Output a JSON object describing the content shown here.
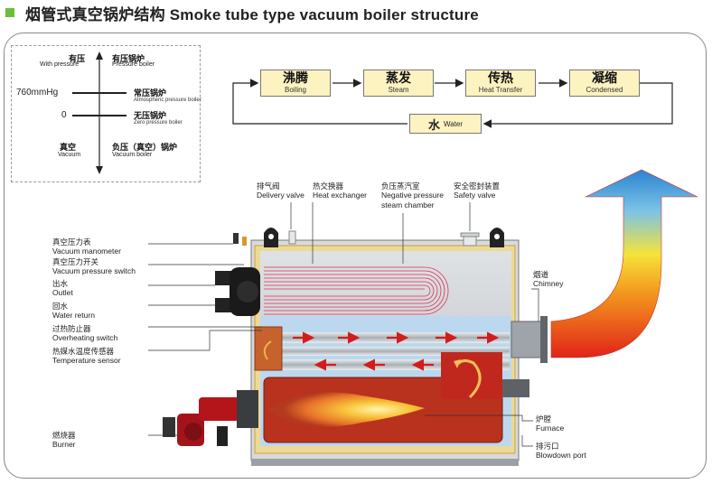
{
  "title": "烟管式真空锅炉结构 Smoke tube type vacuum boiler structure",
  "pressure_box": {
    "with_pressure_zh": "有压",
    "with_pressure_en": "With pressure",
    "pressure_boiler_zh": "有压锅炉",
    "pressure_boiler_en": "Pressure boiler",
    "mmhg": "760mmHg",
    "atmos_zh": "常压锅炉",
    "atmos_en": "Atmospheric pressure boiler",
    "zero": "0",
    "zero_boiler_zh": "无压锅炉",
    "zero_boiler_en": "Zero pressure boiler",
    "vacuum_zh": "真空",
    "vacuum_en": "Vacuum",
    "vacuum_boiler_zh": "负压（真空）锅炉",
    "vacuum_boiler_en": "Vacuum boiler"
  },
  "cycle": {
    "boiling_zh": "沸腾",
    "boiling_en": "Boiling",
    "steam_zh": "蒸发",
    "steam_en": "Steam",
    "heat_zh": "传热",
    "heat_en": "Heat Transfer",
    "condensed_zh": "凝缩",
    "condensed_en": "Condensed",
    "water_zh": "水",
    "water_en": "Water"
  },
  "labels": {
    "delivery_zh": "排气阀",
    "delivery_en": "Delivery valve",
    "heatex_zh": "热交换器",
    "heatex_en": "Heat exchanger",
    "negchamber_zh": "负压蒸汽室",
    "negchamber_en1": "Negative pressure",
    "negchamber_en2": "steam chamber",
    "safety_zh": "安全密封装置",
    "safety_en": "Safety valve",
    "manometer_zh": "真空压力表",
    "manometer_en": "Vacuum manometer",
    "switch_zh": "真空压力开关",
    "switch_en": "Vacuum pressure switch",
    "outlet_zh": "出水",
    "outlet_en": "Outlet",
    "return_zh": "回水",
    "return_en": "Water return",
    "overheat_zh": "过热防止器",
    "overheat_en": "Overheating switch",
    "tempsensor_zh": "热媒水温度传感器",
    "tempsensor_en": "Temperature sensor",
    "burner_zh": "燃烧器",
    "burner_en": "Burner",
    "chimney_zh": "烟道",
    "chimney_en": "Chimney",
    "furnace_zh": "炉膛",
    "furnace_en": "Furnace",
    "blowdown_zh": "排污口",
    "blowdown_en": "Blowdown port"
  },
  "colors": {
    "accent_green": "#6bbf3a",
    "box_fill": "#fdf3c0",
    "water_blue": "#bcd8ef",
    "shell_grey": "#c9cdd1",
    "fire_red": "#c0281e",
    "frame_gold": "#d8b13c"
  }
}
